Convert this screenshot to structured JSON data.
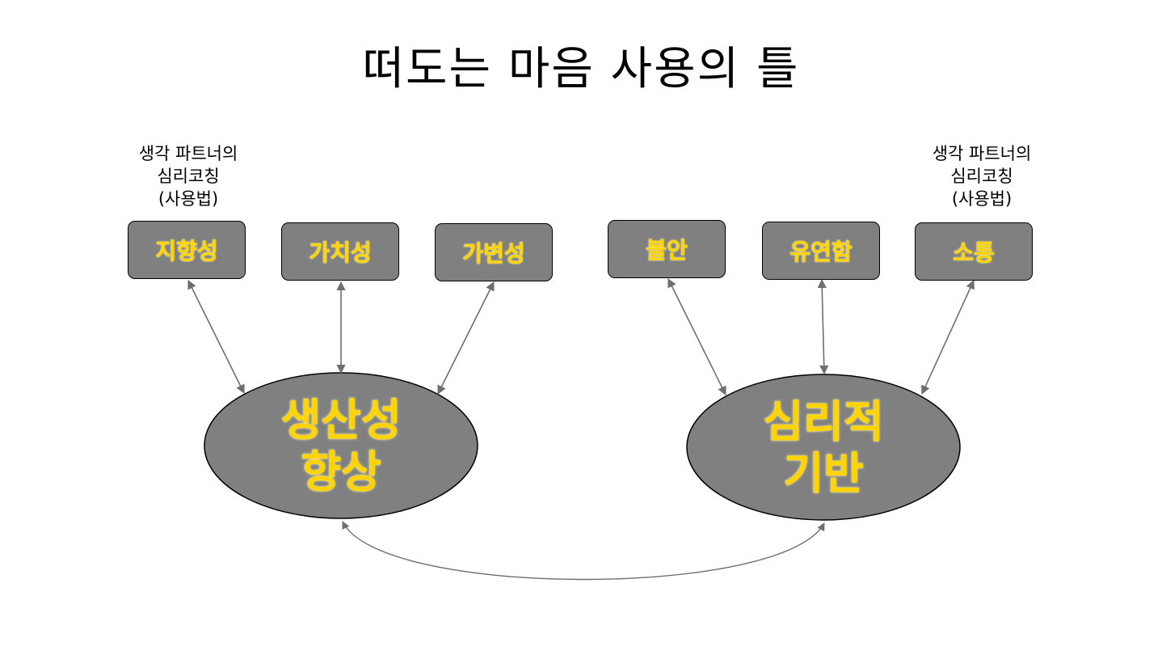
{
  "title": "떠도는 마음 사용의 틀",
  "captions": {
    "left": [
      "생각 파트너의",
      "심리코칭",
      "(사용법)"
    ],
    "right": [
      "생각 파트너의",
      "심리코칭",
      "(사용법)"
    ]
  },
  "left_boxes": [
    "지향성",
    "가치성",
    "가변성"
  ],
  "right_boxes": [
    "불안",
    "유연함",
    "소통"
  ],
  "left_oval": [
    "생산성",
    "향상"
  ],
  "right_oval": [
    "심리적",
    "기반"
  ],
  "colors": {
    "box_fill": "#808080",
    "label_text": "#ffd400",
    "connector": "#707070"
  }
}
